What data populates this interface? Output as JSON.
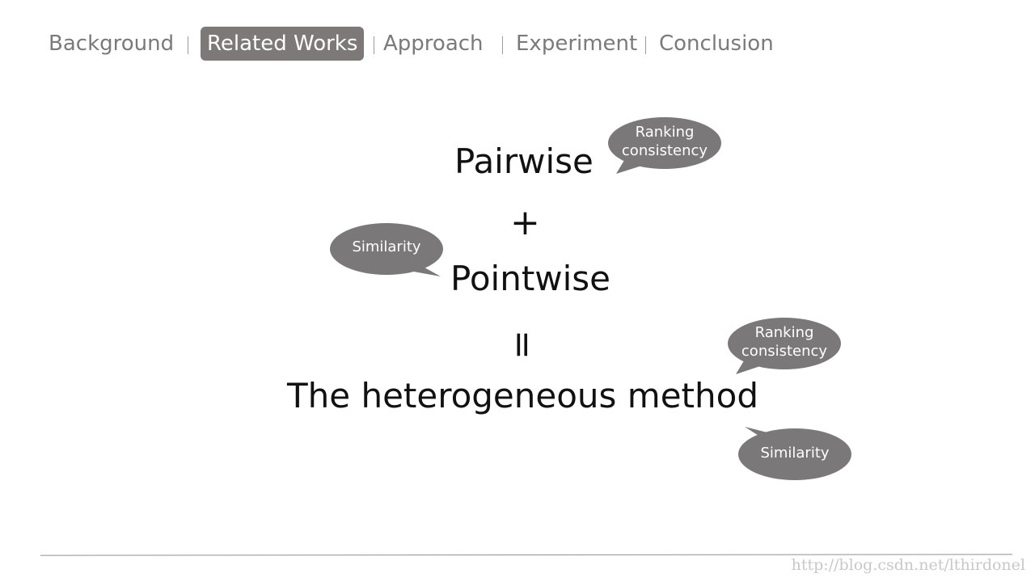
{
  "nav": {
    "items": [
      {
        "label": "Background"
      },
      {
        "label": "Related Works"
      },
      {
        "label": "Approach"
      },
      {
        "label": "Experiment"
      },
      {
        "label": "Conclusion"
      }
    ],
    "active": "Related Works"
  },
  "equation": {
    "pairwise": "Pairwise",
    "plus": "+",
    "pointwise": "Pointwise",
    "equals": "=",
    "result": "The heterogeneous method"
  },
  "bubbles": {
    "pairwise_note": {
      "line1": "Ranking",
      "line2": "consistency"
    },
    "pointwise_note": {
      "line1": "Similarity"
    },
    "result_note_1": {
      "line1": "Ranking",
      "line2": "consistency"
    },
    "result_note_2": {
      "line1": "Similarity"
    }
  },
  "watermark": "http://blog.csdn.net/lthirdonel",
  "colors": {
    "bubble_fill": "#7a7878",
    "active_tab": "#7d7979",
    "nav_text": "#7a7a7a"
  }
}
